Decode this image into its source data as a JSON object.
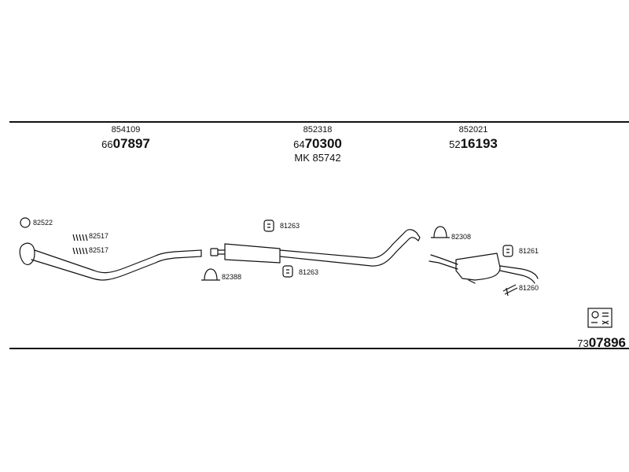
{
  "sections": [
    {
      "ref": "854109",
      "num_prefix": "66",
      "num_main": "07897"
    },
    {
      "ref": "852318",
      "num_prefix": "64",
      "num_main": "70300",
      "mk": "MK  85742"
    },
    {
      "ref": "852021",
      "num_prefix": "52",
      "num_main": "16193"
    }
  ],
  "parts": {
    "clamp_ring": "82522",
    "bolt_a": "82517",
    "bolt_b": "82517",
    "clamp_left": "82388",
    "hanger_top": "81263",
    "hanger_bottom": "81263",
    "clamp_right": "82308",
    "hanger_right": "81261",
    "bracket_right": "81260"
  },
  "bottom": {
    "num_prefix": "73",
    "num_main": "07896"
  },
  "icons": {
    "qr": "qr-code-icon"
  }
}
